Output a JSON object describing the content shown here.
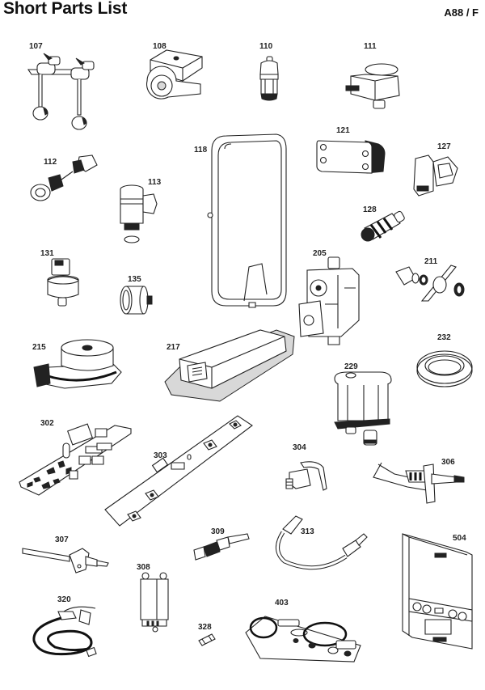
{
  "header": {
    "title": "Short Parts List",
    "model_code": "A88 / F"
  },
  "parts": [
    {
      "number": "107",
      "icon": "isolation-valves-icon"
    },
    {
      "number": "108",
      "icon": "pump-icon"
    },
    {
      "number": "110",
      "icon": "auto-air-vent-icon"
    },
    {
      "number": "111",
      "icon": "diverter-actuator-icon"
    },
    {
      "number": "112",
      "icon": "filling-loop-cartridge-icon"
    },
    {
      "number": "113",
      "icon": "pressure-relief-valve-icon"
    },
    {
      "number": "118",
      "icon": "expansion-vessel-icon"
    },
    {
      "number": "121",
      "icon": "plate-heat-exchanger-icon"
    },
    {
      "number": "127",
      "icon": "flow-switch-icon"
    },
    {
      "number": "128",
      "icon": "diverter-cartridge-icon"
    },
    {
      "number": "131",
      "icon": "pressure-sensor-icon"
    },
    {
      "number": "135",
      "icon": "pressure-gauge-icon"
    },
    {
      "number": "205",
      "icon": "gas-valve-icon"
    },
    {
      "number": "211",
      "icon": "injector-kit-icon"
    },
    {
      "number": "215",
      "icon": "fan-icon"
    },
    {
      "number": "217",
      "icon": "air-box-icon"
    },
    {
      "number": "229",
      "icon": "condensate-trap-icon"
    },
    {
      "number": "232",
      "icon": "flue-seal-icon"
    },
    {
      "number": "302",
      "icon": "main-pcb-icon"
    },
    {
      "number": "303",
      "icon": "display-pcb-icon"
    },
    {
      "number": "304",
      "icon": "thermistor-clip-icon"
    },
    {
      "number": "306",
      "icon": "electrode-icon"
    },
    {
      "number": "307",
      "icon": "sensor-probe-icon"
    },
    {
      "number": "308",
      "icon": "ignition-unit-icon"
    },
    {
      "number": "309",
      "icon": "overheat-thermostat-icon"
    },
    {
      "number": "313",
      "icon": "ignition-lead-icon"
    },
    {
      "number": "320",
      "icon": "wiring-harness-icon"
    },
    {
      "number": "328",
      "icon": "fuse-icon"
    },
    {
      "number": "403",
      "icon": "seal-kit-icon"
    },
    {
      "number": "504",
      "icon": "front-panel-icon"
    }
  ]
}
